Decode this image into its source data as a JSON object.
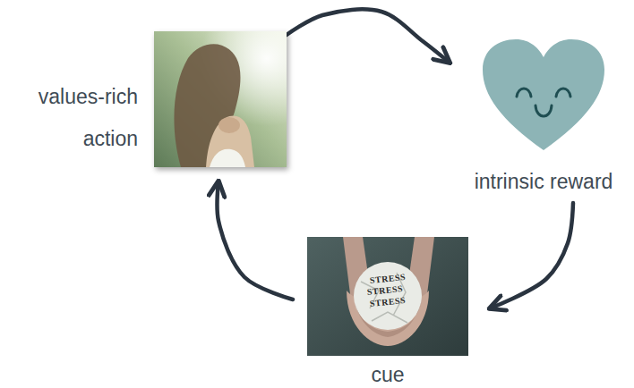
{
  "diagram": {
    "nodes": [
      {
        "text": [
          "values-rich action"
        ]
      },
      {
        "text": [
          "intrinsic reward"
        ]
      },
      {
        "text": [
          "cue"
        ]
      }
    ],
    "edges": [
      {
        "from": 0,
        "to": 1,
        "arrow": "to"
      },
      {
        "from": 1,
        "to": 2,
        "arrow": "to"
      },
      {
        "from": 2,
        "to": 0,
        "arrow": "to"
      }
    ],
    "labels": [
      "STRESS",
      "STRESS",
      "STRESS"
    ]
  }
}
